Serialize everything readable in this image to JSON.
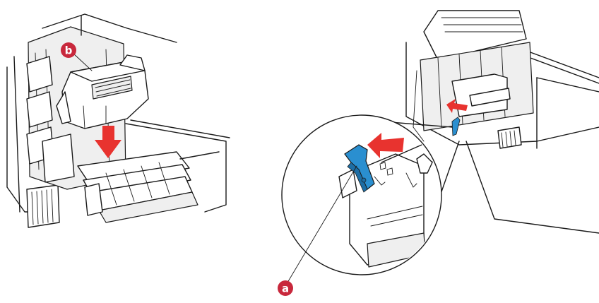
{
  "callouts": {
    "a": {
      "label": "a",
      "color": "#c8283c"
    },
    "b": {
      "label": "b",
      "color": "#c8283c"
    }
  },
  "colors": {
    "arrow": "#e8332f",
    "lever": "#2a8fd0",
    "lever_dark": "#1d6ea5",
    "outline": "#1a1a1a"
  },
  "icons": [
    "down-arrow",
    "insertion-arrow",
    "lock-lever"
  ]
}
